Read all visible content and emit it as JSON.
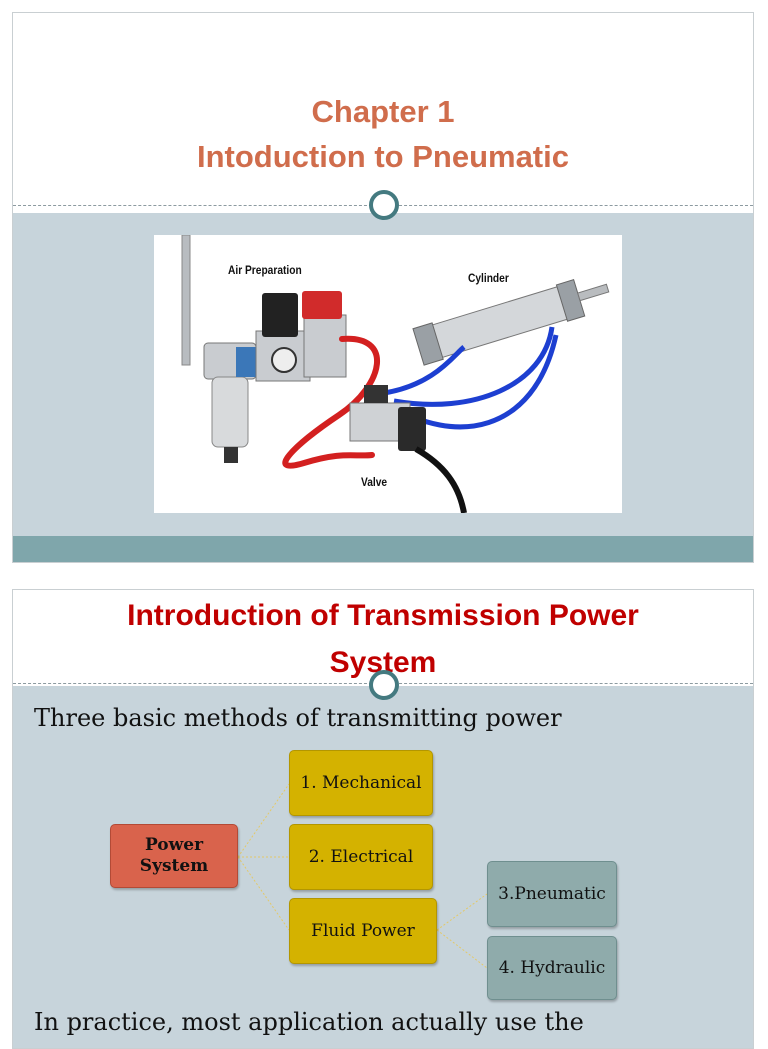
{
  "slide1": {
    "title_line1": "Chapter 1",
    "title_line2": "Intoduction to Pneumatic",
    "photo_labels": {
      "air_preparation": "Air Preparation",
      "cylinder": "Cylinder",
      "valve": "Valve"
    }
  },
  "slide2": {
    "title_line1": "Introduction of Transmission Power",
    "title_line2": "System",
    "subtitle": "Three basic methods of transmitting power",
    "diagram": {
      "root_line1": "Power",
      "root_line2": "System",
      "mechanical": "1. Mechanical",
      "electrical": "2. Electrical",
      "fluid_power": "Fluid Power",
      "pneumatic": "3.Pneumatic",
      "hydraulic": "4. Hydraulic"
    },
    "bottom_text": "In practice, most application actually use the"
  },
  "colors": {
    "title1": "#d06d4c",
    "title2": "#c00000",
    "content_bg": "#c7d4db",
    "accent_band": "#7fa6ab",
    "ring": "#447a80",
    "power_box": "#d9634c",
    "gold_box": "#d4b200",
    "teal_box": "#8fabab"
  }
}
